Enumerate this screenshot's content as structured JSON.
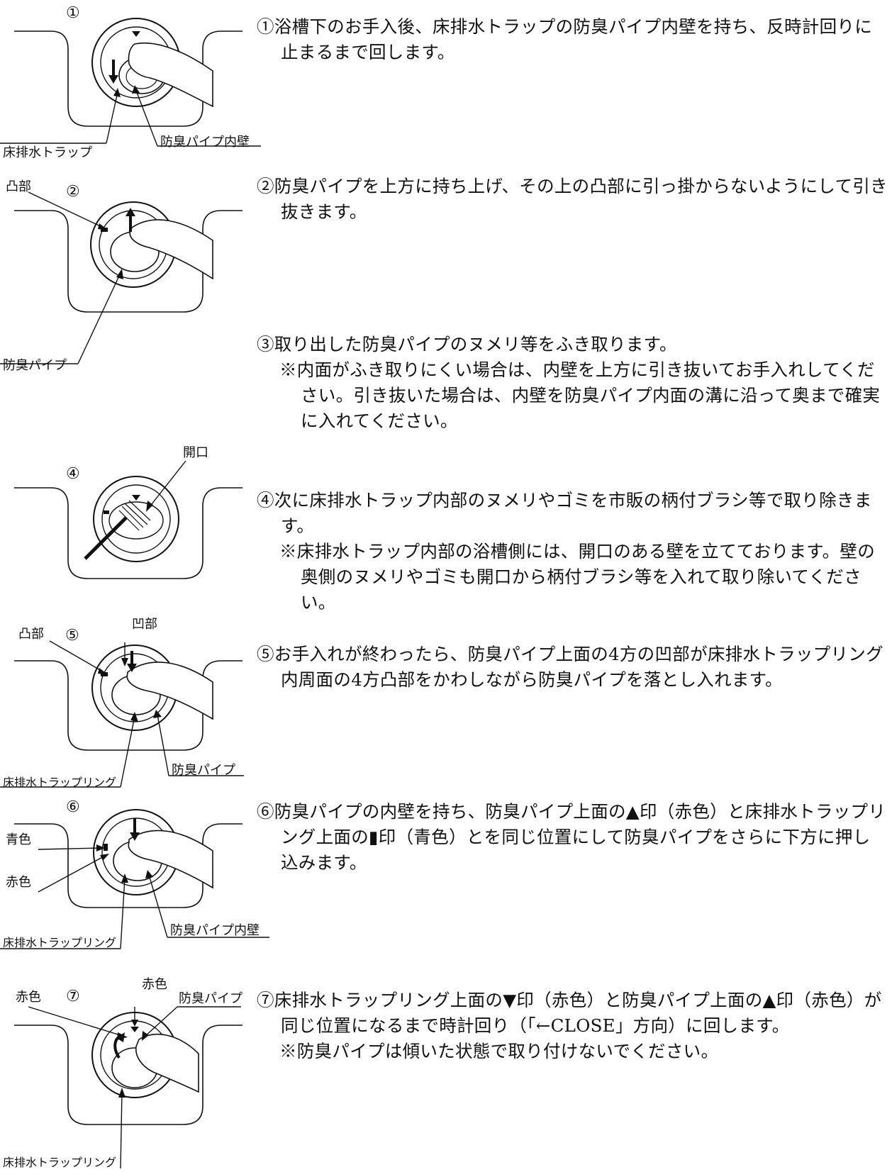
{
  "steps": [
    {
      "num": "①",
      "text": "①浴槽下のお手入後、床排水トラップの防臭パイプ内壁を持ち、反時計回りに止まるまで回します。"
    },
    {
      "num": "②",
      "text": "②防臭パイプを上方に持ち上げ、その上の凸部に引っ掛からないようにして引き抜きます。"
    },
    {
      "num": "③",
      "text": "③取り出した防臭パイプのヌメリ等をふき取ります。",
      "note": "※内面がふき取りにくい場合は、内壁を上方に引き抜いてお手入れしてください。引き抜いた場合は、内壁を防臭パイプ内面の溝に沿って奥まで確実に入れてください。"
    },
    {
      "num": "④",
      "text": "④次に床排水トラップ内部のヌメリやゴミを市販の柄付ブラシ等で取り除きます。",
      "note": "※床排水トラップ内部の浴槽側には、開口のある壁を立てております。壁の奥側のヌメリやゴミも開口から柄付ブラシ等を入れて取り除いてください。"
    },
    {
      "num": "⑤",
      "text": "⑤お手入れが終わったら、防臭パイプ上面の4方の凹部が床排水トラップリング内周面の4方凸部をかわしながら防臭パイプを落とし入れます。"
    },
    {
      "num": "⑥",
      "text": "⑥防臭パイプの内壁を持ち、防臭パイプ上面の▲印（赤色）と床排水トラップリング上面の▮印（青色）とを同じ位置にして防臭パイプをさらに下方に押し込みます。"
    },
    {
      "num": "⑦",
      "text": "⑦床排水トラップリング上面の▼印（赤色）と防臭パイプ上面の▲印（赤色）が同じ位置になるまで時計回り（「←CLOSE」方向）に回します。",
      "note": "※防臭パイプは傾いた状態で取り付けないでください。"
    }
  ],
  "labels": {
    "f1_trap": "床排水トラップ",
    "f1_inner": "防臭パイプ内壁",
    "f2_convex": "凸部",
    "f2_pipe": "防臭パイプ",
    "f4_opening": "開口",
    "f5_convex": "凸部",
    "f5_concave": "凹部",
    "f5_ring": "床排水トラップリング",
    "f5_pipe": "防臭パイプ",
    "f6_blue": "青色",
    "f6_red": "赤色",
    "f6_ring": "床排水トラップリング",
    "f6_inner": "防臭パイプ内壁",
    "f7_red1": "赤色",
    "f7_red2": "赤色",
    "f7_pipe": "防臭パイプ",
    "f7_ring": "床排水トラップリング"
  }
}
